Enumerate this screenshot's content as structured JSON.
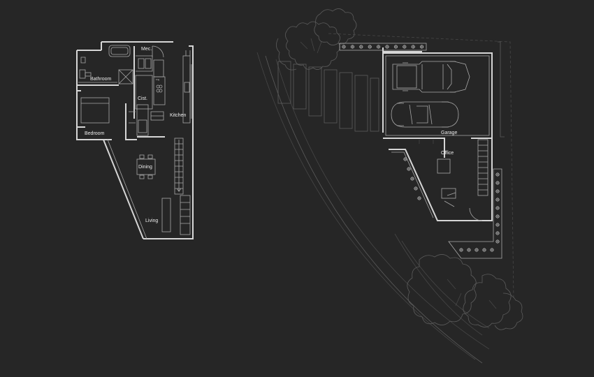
{
  "plan": {
    "rooms_lower": {
      "mechanical": "Mec.",
      "bathroom": "Bathroom",
      "cistern": "Cist.",
      "kitchen": "Kitchen",
      "bedroom": "Bedroom",
      "dining": "Dining",
      "living": "Living"
    },
    "rooms_upper": {
      "garage": "Garage",
      "office": "Office"
    },
    "fixture_labels": {
      "refrigerator": "Frig"
    },
    "colors": {
      "background": "#262626",
      "walls": "#d6d6d6",
      "lines": "#a9a9a9",
      "landscape": "#5c5c5c"
    }
  }
}
